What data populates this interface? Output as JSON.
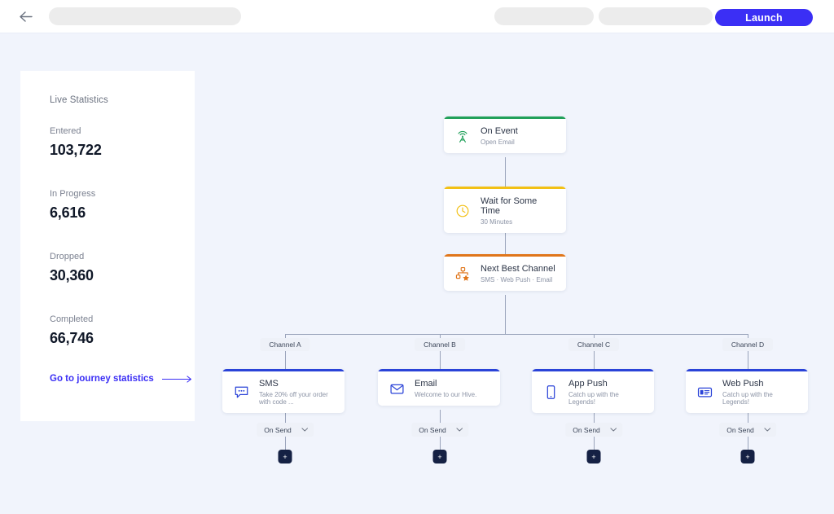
{
  "header": {
    "back_icon": "back-arrow-icon",
    "launch_label": "Launch"
  },
  "sidebar": {
    "title": "Live Statistics",
    "stats": [
      {
        "label": "Entered",
        "value": "103,722"
      },
      {
        "label": "In Progress",
        "value": "6,616"
      },
      {
        "label": "Dropped",
        "value": "30,360"
      },
      {
        "label": "Completed",
        "value": "66,746"
      }
    ],
    "link_label": "Go to journey statistics"
  },
  "flow": {
    "trunk_nodes": [
      {
        "title": "On Event",
        "subtitle": "Open Email",
        "accent": "#21a05a",
        "icon": "antenna-icon"
      },
      {
        "title": "Wait for Some Time",
        "subtitle": "30 Minutes",
        "accent": "#f2c014",
        "icon": "clock-icon"
      },
      {
        "title": "Next Best Channel",
        "subtitle": "SMS · Web Push · Email",
        "accent": "#e0761b",
        "icon": "branch-star-icon"
      }
    ],
    "branch_labels": [
      "Channel A",
      "Channel B",
      "Channel C",
      "Channel D"
    ],
    "channels": [
      {
        "title": "SMS",
        "subtitle": "Take 20% off your order with code ...",
        "accent": "#2a43d8",
        "icon": "sms-bubble-icon"
      },
      {
        "title": "Email",
        "subtitle": "Welcome to our Hive.",
        "accent": "#2a43d8",
        "icon": "envelope-icon"
      },
      {
        "title": "App Push",
        "subtitle": "Catch up with the Legends!",
        "accent": "#2a43d8",
        "icon": "mobile-icon"
      },
      {
        "title": "Web Push",
        "subtitle": "Catch up with the Legends!",
        "accent": "#2a43d8",
        "icon": "browser-window-icon"
      }
    ],
    "on_send_label": "On Send",
    "add_label": "+"
  },
  "colors": {
    "background": "#f1f4fc",
    "accent": "#3b2ff5",
    "connector": "#9aa4bb"
  }
}
